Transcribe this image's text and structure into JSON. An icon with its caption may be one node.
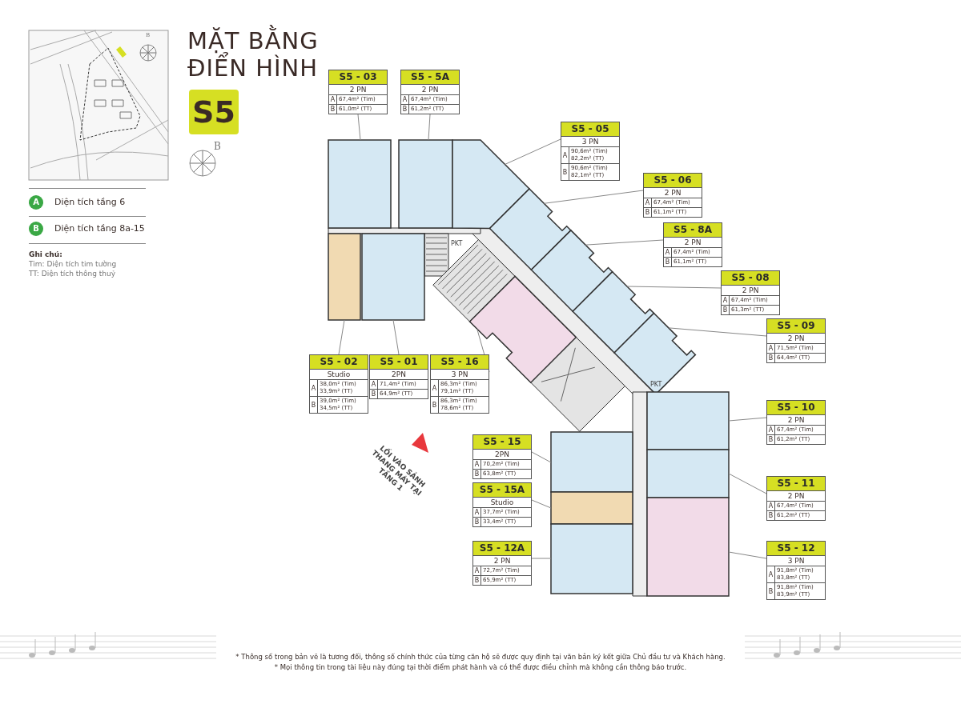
{
  "diagram": {
    "title": "MẶT BẰNG ĐIỂN HÌNH",
    "nodes": [
      {
        "text": [
          "S5 - 03",
          "2 PN",
          "A",
          "67,4m² (Tim)",
          "B",
          "61,0m² (TT)"
        ]
      },
      {
        "text": [
          "S5 - 5A",
          "2 PN",
          "A",
          "67,4m² (Tim)",
          "B",
          "61,2m² (TT)"
        ]
      },
      {
        "text": [
          "S5 - 05",
          "3 PN",
          "A",
          "90,6m² (Tim) 82,2m² (TT)",
          "B",
          "90,6m² (Tim) 82,1m² (TT)"
        ]
      },
      {
        "text": [
          "S5 - 06",
          "2 PN",
          "A",
          "67,4m² (Tim)",
          "B",
          "61,1m² (TT)"
        ]
      },
      {
        "text": [
          "S5 - 8A",
          "2 PN",
          "A",
          "67,4m² (Tim)",
          "B",
          "61,1m² (TT)"
        ]
      },
      {
        "text": [
          "S5 - 08",
          "2 PN",
          "A",
          "67,4m² (Tim)",
          "B",
          "61,3m² (TT)"
        ]
      },
      {
        "text": [
          "S5 - 09",
          "2 PN",
          "A",
          "71,5m² (Tim)",
          "B",
          "64,4m² (TT)"
        ]
      },
      {
        "text": [
          "S5 - 10",
          "2 PN",
          "A",
          "67,4m² (Tim)",
          "B",
          "61,2m² (TT)"
        ]
      },
      {
        "text": [
          "S5 - 11",
          "2 PN",
          "A",
          "67,4m² (Tim)",
          "B",
          "61,2m² (TT)"
        ]
      },
      {
        "text": [
          "S5 - 12",
          "3 PN",
          "A",
          "91,8m² (Tim) 83,8m² (TT)",
          "B",
          "91,8m² (Tim) 83,9m² (TT)"
        ]
      },
      {
        "text": [
          "S5 - 02",
          "Studio",
          "A",
          "38,0m² (Tim) 33,9m² (TT)",
          "B",
          "39,0m² (Tim) 34,5m² (TT)"
        ]
      },
      {
        "text": [
          "S5 - 01",
          "2PN",
          "A",
          "71,4m² (Tim)",
          "B",
          "64,9m² (TT)"
        ]
      },
      {
        "text": [
          "S5 - 16",
          "3 PN",
          "A",
          "86,3m² (Tim) 79,1m² (TT)",
          "B",
          "86,3m² (Tim) 78,6m² (TT)"
        ]
      },
      {
        "text": [
          "S5 - 15",
          "2PN",
          "A",
          "70,2m² (Tim)",
          "B",
          "63,8m² (TT)"
        ]
      },
      {
        "text": [
          "S5 - 15A",
          "Studio",
          "A",
          "37,7m² (Tim)",
          "B",
          "33,4m² (TT)"
        ]
      },
      {
        "text": [
          "S5 - 12A",
          "2 PN",
          "A",
          "72,7m² (Tim)",
          "B",
          "65,9m² (TT)"
        ]
      },
      {
        "text": [],
        "shape": "box"
      },
      {
        "text": [],
        "shape": "box"
      },
      {
        "text": [],
        "shape": "box"
      },
      {
        "text": [],
        "shape": "box"
      },
      {
        "text": [],
        "shape": "box"
      },
      {
        "text": [],
        "shape": "box"
      },
      {
        "text": [],
        "shape": "box"
      },
      {
        "text": [],
        "shape": "box"
      },
      {
        "text": [],
        "shape": "box"
      },
      {
        "text": [],
        "shape": "box"
      },
      {
        "text": [],
        "shape": "box"
      },
      {
        "text": [],
        "shape": "box"
      },
      {
        "text": [],
        "shape": "box"
      },
      {
        "text": [],
        "shape": "box"
      },
      {
        "text": [],
        "shape": "box"
      },
      {
        "text": [],
        "shape": "box"
      }
    ],
    "edges": [
      {
        "from": 0,
        "to": 16,
        "arrow": "none"
      },
      {
        "from": 1,
        "to": 17,
        "arrow": "none"
      },
      {
        "from": 2,
        "to": 18,
        "arrow": "none"
      },
      {
        "from": 3,
        "to": 19,
        "arrow": "none"
      },
      {
        "from": 4,
        "to": 20,
        "arrow": "none"
      },
      {
        "from": 5,
        "to": 21,
        "arrow": "none"
      },
      {
        "from": 6,
        "to": 22,
        "arrow": "none"
      },
      {
        "from": 7,
        "to": 23,
        "arrow": "none"
      },
      {
        "from": 8,
        "to": 24,
        "arrow": "none"
      },
      {
        "from": 9,
        "to": 25,
        "arrow": "none"
      },
      {
        "from": 10,
        "to": 26,
        "arrow": "none"
      },
      {
        "from": 11,
        "to": 27,
        "arrow": "none"
      },
      {
        "from": 12,
        "to": 28,
        "arrow": "none"
      },
      {
        "from": 13,
        "to": 29,
        "arrow": "none"
      },
      {
        "from": 14,
        "to": 30,
        "arrow": "none"
      },
      {
        "from": 15,
        "to": 31,
        "arrow": "none"
      }
    ],
    "labels": [
      "B",
      "S5",
      "B",
      "A",
      "Diện tích tầng 6",
      "B",
      "Diện tích tầng 8a-15",
      "Ghi chú:",
      "Tim: Diện tích tim tường",
      "TT: Diện tích thông thuỷ",
      "PKT",
      "PKT",
      "LỐI VÀO SẢNH THANG MÁY TẠI TẦNG 1",
      "* Thông số trong bản vẽ là tương đối, thông số chính thức của từng căn hộ sẽ được quy định tại văn bản ký kết giữa Chủ đầu tư và Khách hàng.",
      "* Mọi thông tin trong tài liệu này đúng tại thời điểm phát hành và có thể được điều chỉnh mà không cần thông báo trước."
    ]
  }
}
